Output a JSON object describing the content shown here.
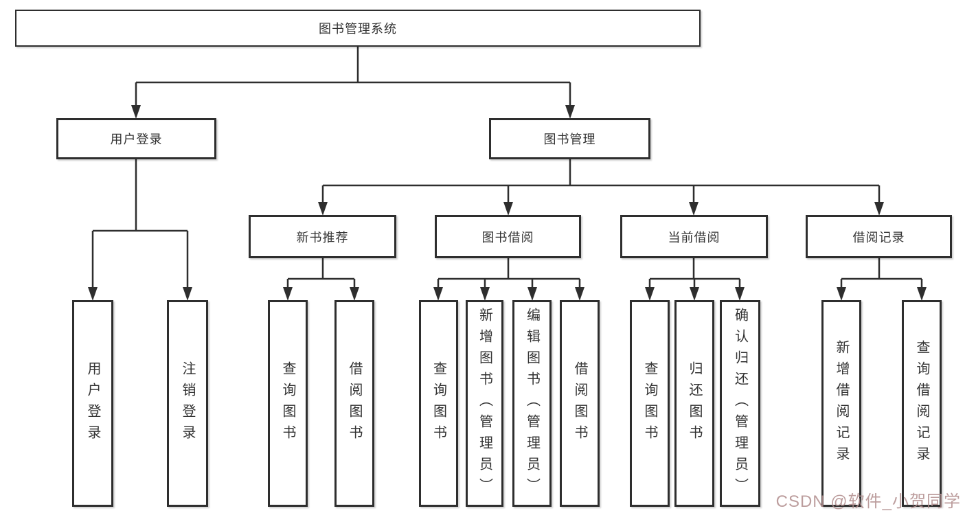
{
  "nodes": {
    "root": "图书管理系统",
    "user_login": "用户登录",
    "book_mgmt": "图书管理",
    "new_book": "新书推荐",
    "book_borrow": "图书借阅",
    "current_borrow": "当前借阅",
    "borrow_records": "借阅记录",
    "ul_login": "用户登录",
    "ul_logout": "注销登录",
    "nb_query": "查询图书",
    "nb_borrow": "借阅图书",
    "bb_query": "查询图书",
    "bb_add": "新增图书（管理员）",
    "bb_edit": "编辑图书（管理员）",
    "bb_borrow": "借阅图书",
    "cb_query": "查询图书",
    "cb_return": "归还图书",
    "cb_confirm": "确认归还（管理员）",
    "br_add": "新增借阅记录",
    "br_query": "查询借阅记录"
  },
  "colors": {
    "line": "#2e2e2e",
    "box_border": "#2e2e2e",
    "text": "#333333",
    "watermark": "#b08c8c"
  },
  "watermark": {
    "text": "CSDN @软件_小贺同学"
  }
}
